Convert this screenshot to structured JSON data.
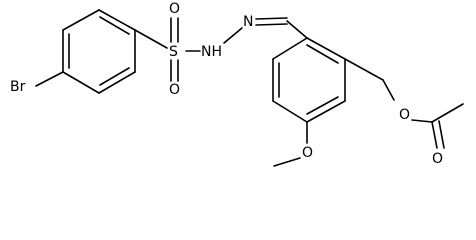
{
  "atoms": {
    "br": "Br",
    "o_sulfonyl_top": "O",
    "o_sulfonyl_bottom": "O",
    "s": "S",
    "n_amine": "NH",
    "n_imine": "N",
    "o_methoxy": "O",
    "o_ester": "O",
    "o_carbonyl": "O"
  }
}
